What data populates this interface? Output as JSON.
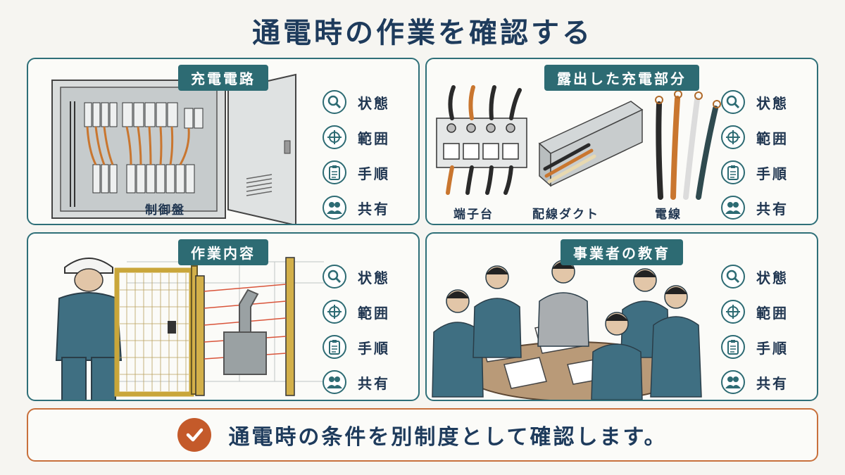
{
  "page": {
    "title": "通電時の作業を確認する"
  },
  "check_items": [
    {
      "icon": "magnifier-icon",
      "label": "状態"
    },
    {
      "icon": "crosshair-icon",
      "label": "範囲"
    },
    {
      "icon": "clipboard-icon",
      "label": "手順"
    },
    {
      "icon": "people-icon",
      "label": "共有"
    }
  ],
  "panels": {
    "live_circuit": {
      "title": "充電電路",
      "caption": "制御盤"
    },
    "exposed_parts": {
      "title": "露出した充電部分",
      "captions": [
        "端子台",
        "配線ダクト",
        "電線"
      ]
    },
    "work_content": {
      "title": "作業内容"
    },
    "employer_education": {
      "title": "事業者の教育"
    }
  },
  "footer": {
    "icon": "checkmark-icon",
    "message": "通電時の条件を別制度として確認します。"
  },
  "colors": {
    "panel_border": "#2e6f78",
    "title_badge": "#2d6b73",
    "footer_border": "#c8703c",
    "check_accent": "#c45a2a",
    "heading_text": "#1e3b5c"
  }
}
